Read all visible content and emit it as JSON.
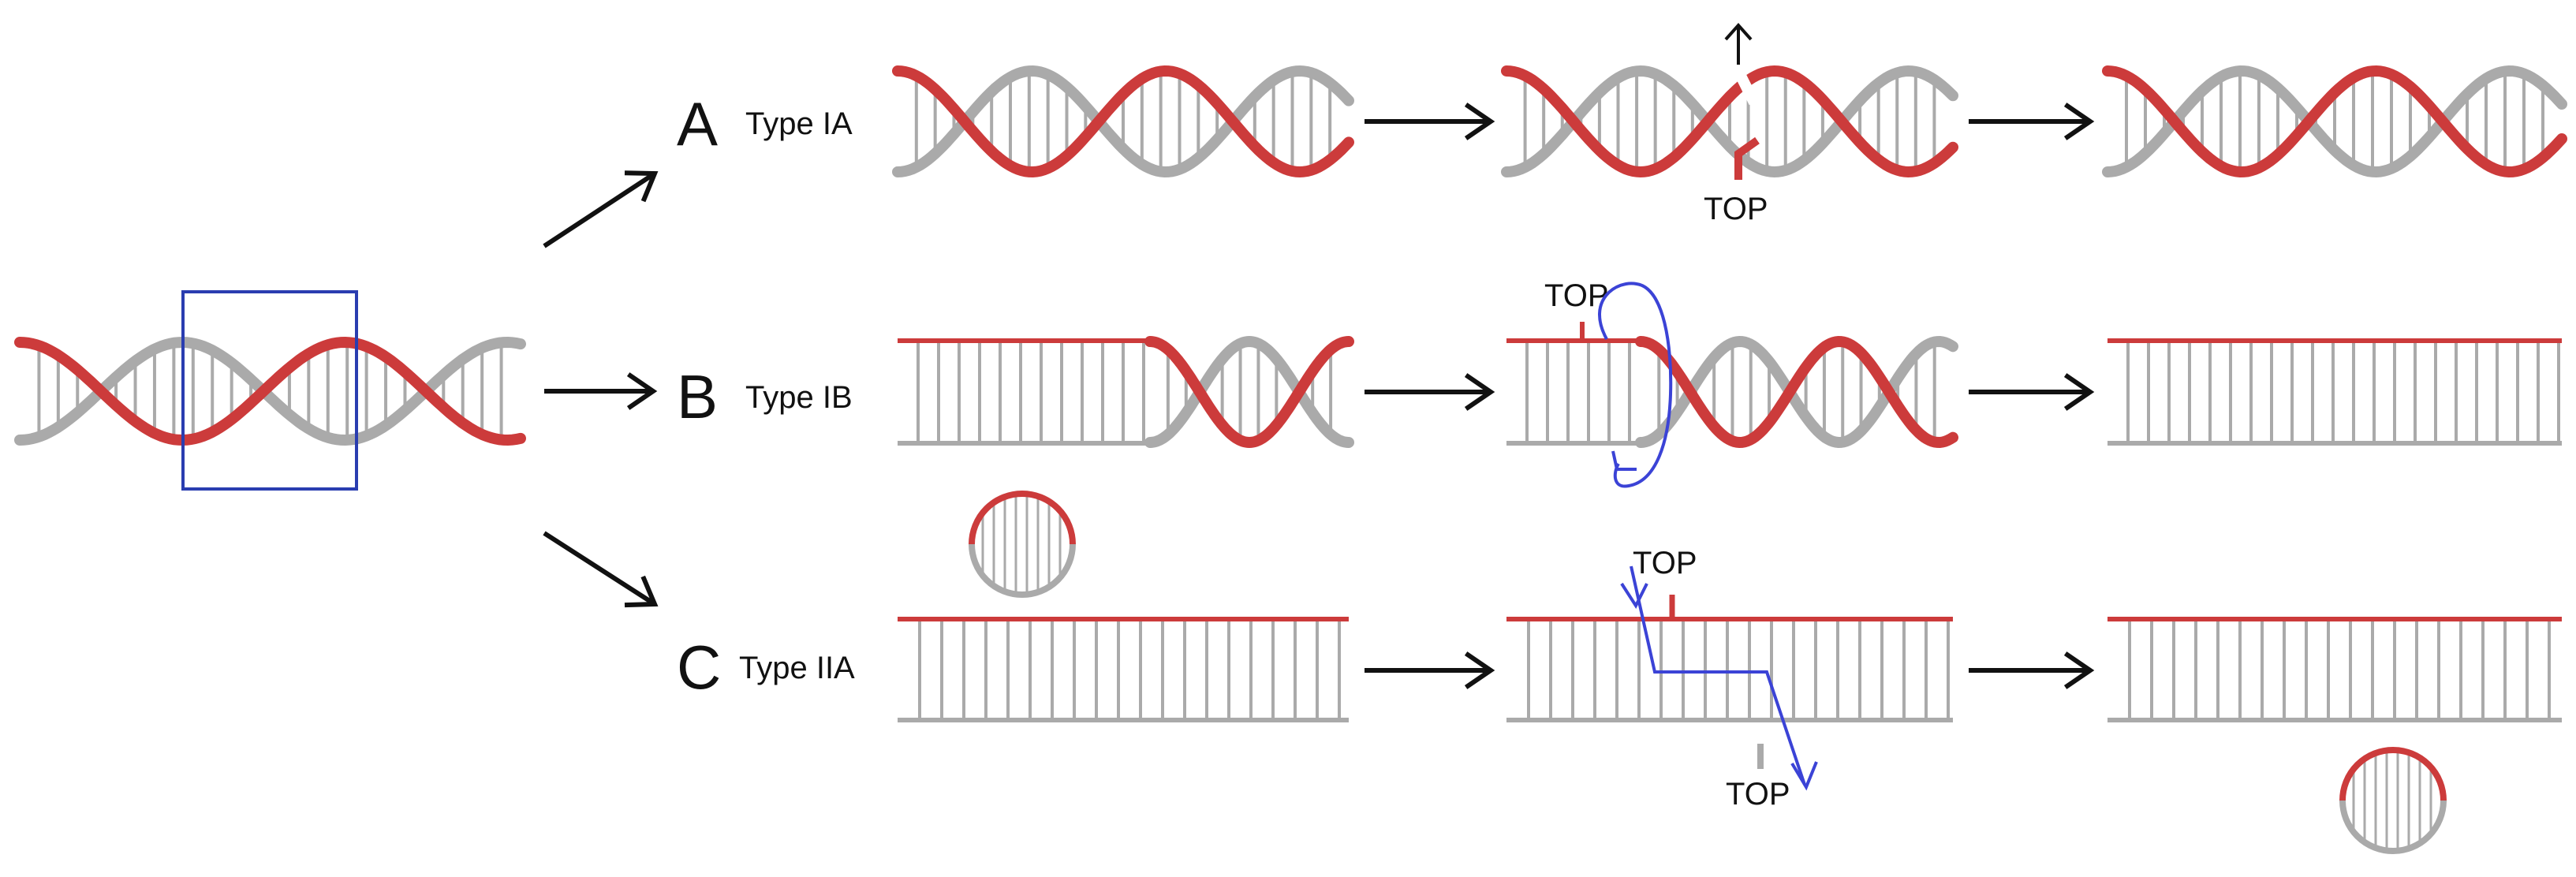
{
  "colors": {
    "red_strand": "#cc3b3b",
    "grey_strand": "#aaaaaa",
    "rung": "#aaaaaa",
    "blue": "#3b43d6",
    "arrow": "#111111"
  },
  "rows": [
    {
      "letter": "A",
      "type": "Type IA",
      "top_label": "TOP"
    },
    {
      "letter": "B",
      "type": "Type IB",
      "top_label": "TOP"
    },
    {
      "letter": "C",
      "type": "Type IIA",
      "top_label_upper": "TOP",
      "top_label_lower": "TOP"
    }
  ]
}
